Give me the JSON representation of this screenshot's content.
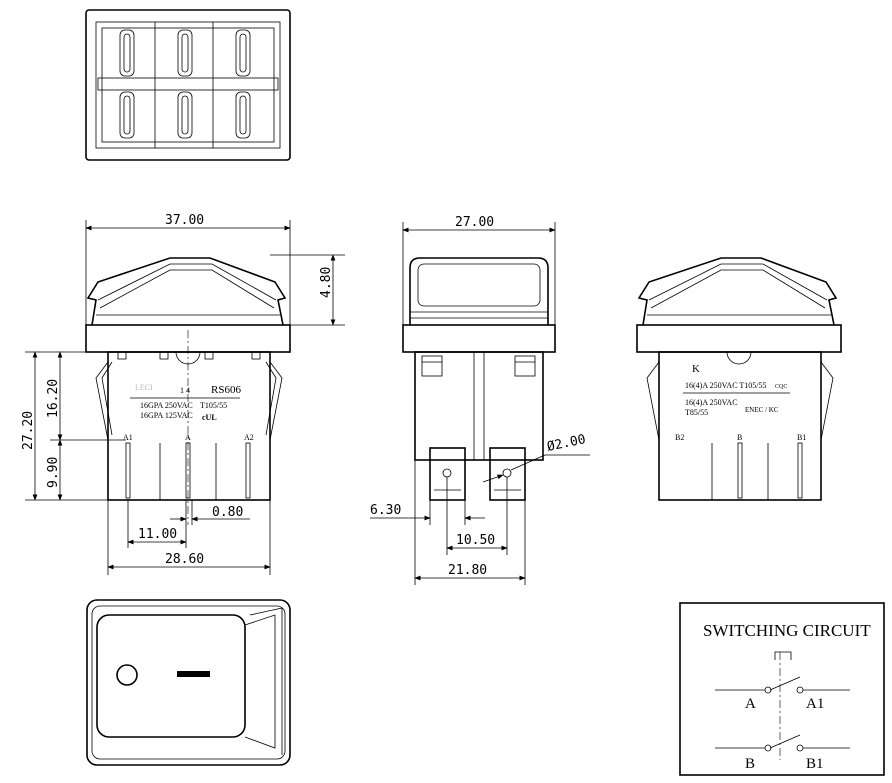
{
  "dimensions": {
    "front_width": "37.00",
    "rocker_height": "4.80",
    "body_upper_height": "16.20",
    "total_height": "27.20",
    "terminal_length": "9.90",
    "terminal_pitch": "11.00",
    "terminal_thickness": "0.80",
    "body_width": "28.60",
    "side_width": "27.00",
    "tab_width": "6.30",
    "hole_diameter": "Ø2.00",
    "tab_pitch": "10.50",
    "body_depth": "21.80"
  },
  "front_label": {
    "brand": "LECI",
    "code": "1 4",
    "model": "RS606",
    "rating1": "16GPA 250VAC",
    "rating2": "16GPA 125VAC",
    "temp": "T105/55",
    "cert": "cUL",
    "pin_a1": "A1",
    "pin_a": "A",
    "pin_a2": "A2"
  },
  "back_label": {
    "letter": "K",
    "rating1": "16(4)A  250VAC T105/55",
    "cert1": "CQC",
    "rating2": "16(4)A 250VAC",
    "temp2": "T85/55",
    "cert2": "ENEC / KC",
    "pin_b2": "B2",
    "pin_b": "B",
    "pin_b1": "B1"
  },
  "circuit": {
    "title": "SWITCHING CIRCUIT",
    "a": "A",
    "a1": "A1",
    "b": "B",
    "b1": "B1"
  }
}
